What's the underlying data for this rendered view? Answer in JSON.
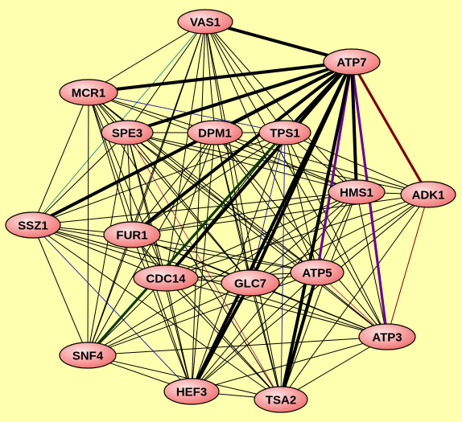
{
  "graph": {
    "node_fill_light": "#FFE3E3",
    "node_fill_dark": "#F07070",
    "node_stroke": "#000000",
    "edge_colors": {
      "thin": "#000000",
      "purple": "#6A0A8A",
      "maroon": "#7A0000",
      "teal": "#2F8F8F",
      "blue": "#2B2BA0",
      "pink": "#C04060",
      "darkgreen": "#0F3A0F"
    },
    "nodes": [
      {
        "id": "VAS1",
        "label": "VAS1"
      },
      {
        "id": "ATP7",
        "label": "ATP7"
      },
      {
        "id": "MCR1",
        "label": "MCR1"
      },
      {
        "id": "SPE3",
        "label": "SPE3"
      },
      {
        "id": "DPM1",
        "label": "DPM1"
      },
      {
        "id": "TPS1",
        "label": "TPS1"
      },
      {
        "id": "HMS1",
        "label": "HMS1"
      },
      {
        "id": "ADK1",
        "label": "ADK1"
      },
      {
        "id": "SSZ1",
        "label": "SSZ1"
      },
      {
        "id": "FUR1",
        "label": "FUR1"
      },
      {
        "id": "CDC14",
        "label": "CDC14"
      },
      {
        "id": "GLC7",
        "label": "GLC7"
      },
      {
        "id": "ATP5",
        "label": "ATP5"
      },
      {
        "id": "ATP3",
        "label": "ATP3"
      },
      {
        "id": "SNF4",
        "label": "SNF4"
      },
      {
        "id": "HEF3",
        "label": "HEF3"
      },
      {
        "id": "TSA2",
        "label": "TSA2"
      }
    ],
    "edges": [
      {
        "source": "ATP7",
        "target": "VAS1",
        "weight": "heavy",
        "color": "thin"
      },
      {
        "source": "ATP7",
        "target": "MCR1",
        "weight": "heavy",
        "color": "thin"
      },
      {
        "source": "ATP7",
        "target": "SPE3",
        "weight": "heavy",
        "color": "thin"
      },
      {
        "source": "ATP7",
        "target": "DPM1",
        "weight": "heavy",
        "color": "thin"
      },
      {
        "source": "ATP7",
        "target": "TPS1",
        "weight": "heavy",
        "color": "thin"
      },
      {
        "source": "ATP7",
        "target": "SSZ1",
        "weight": "heavy",
        "color": "thin"
      },
      {
        "source": "ATP7",
        "target": "FUR1",
        "weight": "heavy",
        "color": "thin"
      },
      {
        "source": "ATP7",
        "target": "CDC14",
        "weight": "heavy",
        "color": "thin"
      },
      {
        "source": "ATP7",
        "target": "GLC7",
        "weight": "heavy",
        "color": "thin"
      },
      {
        "source": "ATP7",
        "target": "HEF3",
        "weight": "heavy",
        "color": "thin"
      },
      {
        "source": "ATP7",
        "target": "TSA2",
        "weight": "heavy",
        "color": "thin"
      },
      {
        "source": "ATP7",
        "target": "HMS1",
        "weight": "heavy",
        "color": "thin"
      },
      {
        "source": "ATP7",
        "target": "ATP5",
        "weight": "medium",
        "color": "purple"
      },
      {
        "source": "ATP7",
        "target": "ATP3",
        "weight": "medium",
        "color": "purple"
      },
      {
        "source": "ATP7",
        "target": "ADK1",
        "weight": "medium",
        "color": "maroon"
      },
      {
        "source": "TPS1",
        "target": "SNF4",
        "weight": "medium",
        "color": "darkgreen"
      },
      {
        "source": "GLC7",
        "target": "HEF3",
        "weight": "heavy",
        "color": "thin"
      },
      {
        "source": "ATP5",
        "target": "TSA2",
        "weight": "heavy",
        "color": "thin"
      },
      {
        "source": "VAS1",
        "target": "MCR1",
        "weight": "light",
        "color": "thin"
      },
      {
        "source": "VAS1",
        "target": "SPE3",
        "weight": "light",
        "color": "thin"
      },
      {
        "source": "VAS1",
        "target": "DPM1",
        "weight": "light",
        "color": "thin"
      },
      {
        "source": "VAS1",
        "target": "TPS1",
        "weight": "light",
        "color": "thin"
      },
      {
        "source": "VAS1",
        "target": "SSZ1",
        "weight": "light",
        "color": "teal"
      },
      {
        "source": "VAS1",
        "target": "FUR1",
        "weight": "light",
        "color": "thin"
      },
      {
        "source": "VAS1",
        "target": "CDC14",
        "weight": "light",
        "color": "thin"
      },
      {
        "source": "VAS1",
        "target": "GLC7",
        "weight": "light",
        "color": "thin"
      },
      {
        "source": "VAS1",
        "target": "ATP5",
        "weight": "light",
        "color": "thin"
      },
      {
        "source": "VAS1",
        "target": "SNF4",
        "weight": "light",
        "color": "thin"
      },
      {
        "source": "VAS1",
        "target": "HEF3",
        "weight": "light",
        "color": "thin"
      },
      {
        "source": "VAS1",
        "target": "TSA2",
        "weight": "light",
        "color": "thin"
      },
      {
        "source": "VAS1",
        "target": "HMS1",
        "weight": "light",
        "color": "thin"
      },
      {
        "source": "VAS1",
        "target": "ATP3",
        "weight": "light",
        "color": "thin"
      },
      {
        "source": "MCR1",
        "target": "SPE3",
        "weight": "light",
        "color": "thin"
      },
      {
        "source": "MCR1",
        "target": "DPM1",
        "weight": "light",
        "color": "thin"
      },
      {
        "source": "MCR1",
        "target": "TPS1",
        "weight": "light",
        "color": "blue"
      },
      {
        "source": "MCR1",
        "target": "SSZ1",
        "weight": "light",
        "color": "thin"
      },
      {
        "source": "MCR1",
        "target": "FUR1",
        "weight": "light",
        "color": "thin"
      },
      {
        "source": "MCR1",
        "target": "CDC14",
        "weight": "light",
        "color": "thin"
      },
      {
        "source": "MCR1",
        "target": "GLC7",
        "weight": "light",
        "color": "thin"
      },
      {
        "source": "MCR1",
        "target": "ATP5",
        "weight": "light",
        "color": "thin"
      },
      {
        "source": "MCR1",
        "target": "SNF4",
        "weight": "light",
        "color": "thin"
      },
      {
        "source": "MCR1",
        "target": "HEF3",
        "weight": "light",
        "color": "thin"
      },
      {
        "source": "MCR1",
        "target": "TSA2",
        "weight": "light",
        "color": "thin"
      },
      {
        "source": "MCR1",
        "target": "HMS1",
        "weight": "light",
        "color": "thin"
      },
      {
        "source": "MCR1",
        "target": "ATP3",
        "weight": "light",
        "color": "thin"
      },
      {
        "source": "SPE3",
        "target": "DPM1",
        "weight": "light",
        "color": "thin"
      },
      {
        "source": "SPE3",
        "target": "TPS1",
        "weight": "light",
        "color": "thin"
      },
      {
        "source": "SPE3",
        "target": "SSZ1",
        "weight": "light",
        "color": "thin"
      },
      {
        "source": "SPE3",
        "target": "FUR1",
        "weight": "light",
        "color": "thin"
      },
      {
        "source": "SPE3",
        "target": "CDC14",
        "weight": "light",
        "color": "thin"
      },
      {
        "source": "SPE3",
        "target": "GLC7",
        "weight": "light",
        "color": "thin"
      },
      {
        "source": "SPE3",
        "target": "ATP5",
        "weight": "light",
        "color": "thin"
      },
      {
        "source": "SPE3",
        "target": "SNF4",
        "weight": "light",
        "color": "thin"
      },
      {
        "source": "SPE3",
        "target": "HEF3",
        "weight": "light",
        "color": "thin"
      },
      {
        "source": "SPE3",
        "target": "TSA2",
        "weight": "light",
        "color": "pink"
      },
      {
        "source": "SPE3",
        "target": "HMS1",
        "weight": "light",
        "color": "thin"
      },
      {
        "source": "SPE3",
        "target": "ATP3",
        "weight": "light",
        "color": "thin"
      },
      {
        "source": "SPE3",
        "target": "ADK1",
        "weight": "light",
        "color": "thin"
      },
      {
        "source": "DPM1",
        "target": "TPS1",
        "weight": "light",
        "color": "thin"
      },
      {
        "source": "DPM1",
        "target": "SSZ1",
        "weight": "light",
        "color": "thin"
      },
      {
        "source": "DPM1",
        "target": "FUR1",
        "weight": "light",
        "color": "thin"
      },
      {
        "source": "DPM1",
        "target": "CDC14",
        "weight": "light",
        "color": "thin"
      },
      {
        "source": "DPM1",
        "target": "GLC7",
        "weight": "light",
        "color": "thin"
      },
      {
        "source": "DPM1",
        "target": "ATP5",
        "weight": "light",
        "color": "thin"
      },
      {
        "source": "DPM1",
        "target": "SNF4",
        "weight": "light",
        "color": "thin"
      },
      {
        "source": "DPM1",
        "target": "HEF3",
        "weight": "light",
        "color": "thin"
      },
      {
        "source": "DPM1",
        "target": "TSA2",
        "weight": "light",
        "color": "thin"
      },
      {
        "source": "DPM1",
        "target": "HMS1",
        "weight": "light",
        "color": "thin"
      },
      {
        "source": "DPM1",
        "target": "ATP3",
        "weight": "light",
        "color": "thin"
      },
      {
        "source": "DPM1",
        "target": "ADK1",
        "weight": "light",
        "color": "thin"
      },
      {
        "source": "TPS1",
        "target": "SSZ1",
        "weight": "light",
        "color": "thin"
      },
      {
        "source": "TPS1",
        "target": "FUR1",
        "weight": "light",
        "color": "thin"
      },
      {
        "source": "TPS1",
        "target": "CDC14",
        "weight": "light",
        "color": "thin"
      },
      {
        "source": "TPS1",
        "target": "GLC7",
        "weight": "light",
        "color": "blue"
      },
      {
        "source": "TPS1",
        "target": "ATP5",
        "weight": "light",
        "color": "thin"
      },
      {
        "source": "TPS1",
        "target": "HEF3",
        "weight": "light",
        "color": "thin"
      },
      {
        "source": "TPS1",
        "target": "TSA2",
        "weight": "light",
        "color": "blue"
      },
      {
        "source": "TPS1",
        "target": "HMS1",
        "weight": "light",
        "color": "thin"
      },
      {
        "source": "TPS1",
        "target": "ATP3",
        "weight": "light",
        "color": "thin"
      },
      {
        "source": "TPS1",
        "target": "ADK1",
        "weight": "light",
        "color": "thin"
      },
      {
        "source": "SSZ1",
        "target": "FUR1",
        "weight": "light",
        "color": "thin"
      },
      {
        "source": "SSZ1",
        "target": "CDC14",
        "weight": "light",
        "color": "thin"
      },
      {
        "source": "SSZ1",
        "target": "GLC7",
        "weight": "light",
        "color": "thin"
      },
      {
        "source": "SSZ1",
        "target": "ATP5",
        "weight": "light",
        "color": "thin"
      },
      {
        "source": "SSZ1",
        "target": "SNF4",
        "weight": "light",
        "color": "thin"
      },
      {
        "source": "SSZ1",
        "target": "HEF3",
        "weight": "light",
        "color": "blue"
      },
      {
        "source": "SSZ1",
        "target": "TSA2",
        "weight": "light",
        "color": "thin"
      },
      {
        "source": "SSZ1",
        "target": "HMS1",
        "weight": "light",
        "color": "thin"
      },
      {
        "source": "SSZ1",
        "target": "ATP3",
        "weight": "light",
        "color": "thin"
      },
      {
        "source": "FUR1",
        "target": "CDC14",
        "weight": "light",
        "color": "thin"
      },
      {
        "source": "FUR1",
        "target": "GLC7",
        "weight": "light",
        "color": "thin"
      },
      {
        "source": "FUR1",
        "target": "ATP5",
        "weight": "light",
        "color": "thin"
      },
      {
        "source": "FUR1",
        "target": "SNF4",
        "weight": "light",
        "color": "thin"
      },
      {
        "source": "FUR1",
        "target": "HEF3",
        "weight": "light",
        "color": "thin"
      },
      {
        "source": "FUR1",
        "target": "TSA2",
        "weight": "light",
        "color": "thin"
      },
      {
        "source": "FUR1",
        "target": "HMS1",
        "weight": "light",
        "color": "thin"
      },
      {
        "source": "FUR1",
        "target": "ATP3",
        "weight": "light",
        "color": "thin"
      },
      {
        "source": "FUR1",
        "target": "ADK1",
        "weight": "light",
        "color": "thin"
      },
      {
        "source": "CDC14",
        "target": "GLC7",
        "weight": "light",
        "color": "thin"
      },
      {
        "source": "CDC14",
        "target": "ATP5",
        "weight": "light",
        "color": "thin"
      },
      {
        "source": "CDC14",
        "target": "SNF4",
        "weight": "light",
        "color": "thin"
      },
      {
        "source": "CDC14",
        "target": "HEF3",
        "weight": "light",
        "color": "thin"
      },
      {
        "source": "CDC14",
        "target": "TSA2",
        "weight": "light",
        "color": "thin"
      },
      {
        "source": "CDC14",
        "target": "HMS1",
        "weight": "light",
        "color": "thin"
      },
      {
        "source": "CDC14",
        "target": "ATP3",
        "weight": "light",
        "color": "thin"
      },
      {
        "source": "CDC14",
        "target": "ADK1",
        "weight": "light",
        "color": "thin"
      },
      {
        "source": "GLC7",
        "target": "ATP5",
        "weight": "light",
        "color": "thin"
      },
      {
        "source": "GLC7",
        "target": "SNF4",
        "weight": "light",
        "color": "thin"
      },
      {
        "source": "GLC7",
        "target": "TSA2",
        "weight": "light",
        "color": "thin"
      },
      {
        "source": "GLC7",
        "target": "HMS1",
        "weight": "light",
        "color": "thin"
      },
      {
        "source": "GLC7",
        "target": "ATP3",
        "weight": "light",
        "color": "thin"
      },
      {
        "source": "GLC7",
        "target": "ADK1",
        "weight": "light",
        "color": "thin"
      },
      {
        "source": "ATP5",
        "target": "SNF4",
        "weight": "light",
        "color": "thin"
      },
      {
        "source": "ATP5",
        "target": "HEF3",
        "weight": "light",
        "color": "thin"
      },
      {
        "source": "ATP5",
        "target": "HMS1",
        "weight": "light",
        "color": "thin"
      },
      {
        "source": "ATP5",
        "target": "ATP3",
        "weight": "light",
        "color": "pink"
      },
      {
        "source": "ATP5",
        "target": "ADK1",
        "weight": "light",
        "color": "thin"
      },
      {
        "source": "HMS1",
        "target": "ADK1",
        "weight": "light",
        "color": "thin"
      },
      {
        "source": "HMS1",
        "target": "ATP3",
        "weight": "light",
        "color": "thin"
      },
      {
        "source": "HMS1",
        "target": "SNF4",
        "weight": "light",
        "color": "thin"
      },
      {
        "source": "HMS1",
        "target": "HEF3",
        "weight": "light",
        "color": "thin"
      },
      {
        "source": "HMS1",
        "target": "TSA2",
        "weight": "light",
        "color": "thin"
      },
      {
        "source": "ADK1",
        "target": "ATP3",
        "weight": "light",
        "color": "maroon"
      },
      {
        "source": "ADK1",
        "target": "TSA2",
        "weight": "light",
        "color": "thin"
      },
      {
        "source": "ADK1",
        "target": "HEF3",
        "weight": "light",
        "color": "thin"
      },
      {
        "source": "ATP3",
        "target": "TSA2",
        "weight": "light",
        "color": "thin"
      },
      {
        "source": "ATP3",
        "target": "HEF3",
        "weight": "light",
        "color": "thin"
      },
      {
        "source": "ATP3",
        "target": "SNF4",
        "weight": "light",
        "color": "thin"
      },
      {
        "source": "SNF4",
        "target": "HEF3",
        "weight": "light",
        "color": "thin"
      },
      {
        "source": "SNF4",
        "target": "TSA2",
        "weight": "light",
        "color": "thin"
      },
      {
        "source": "HEF3",
        "target": "TSA2",
        "weight": "light",
        "color": "thin"
      }
    ]
  }
}
